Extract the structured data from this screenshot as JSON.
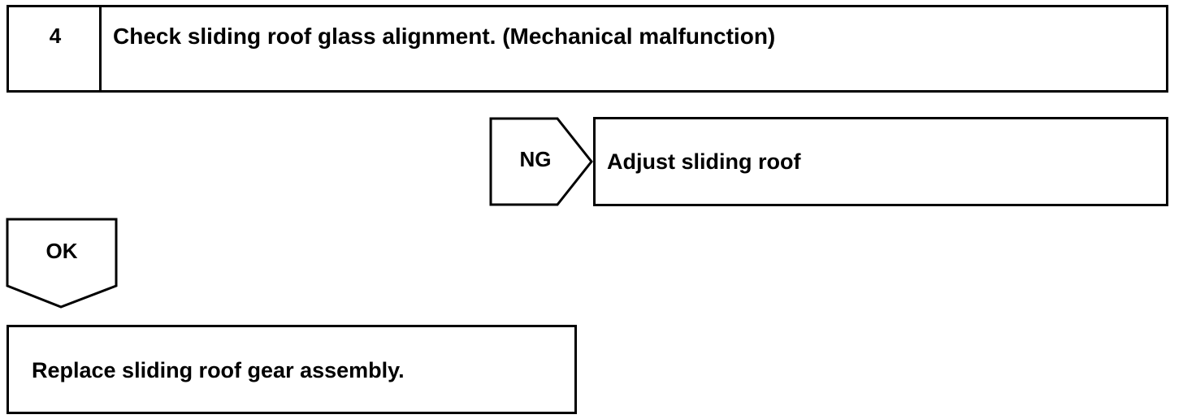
{
  "step": {
    "number": "4",
    "title": "Check sliding roof glass alignment. (Mechanical malfunction)"
  },
  "ng_branch": {
    "label": "NG",
    "action": "Adjust sliding roof"
  },
  "ok_branch": {
    "label": "OK",
    "action": "Replace sliding roof gear assembly."
  }
}
